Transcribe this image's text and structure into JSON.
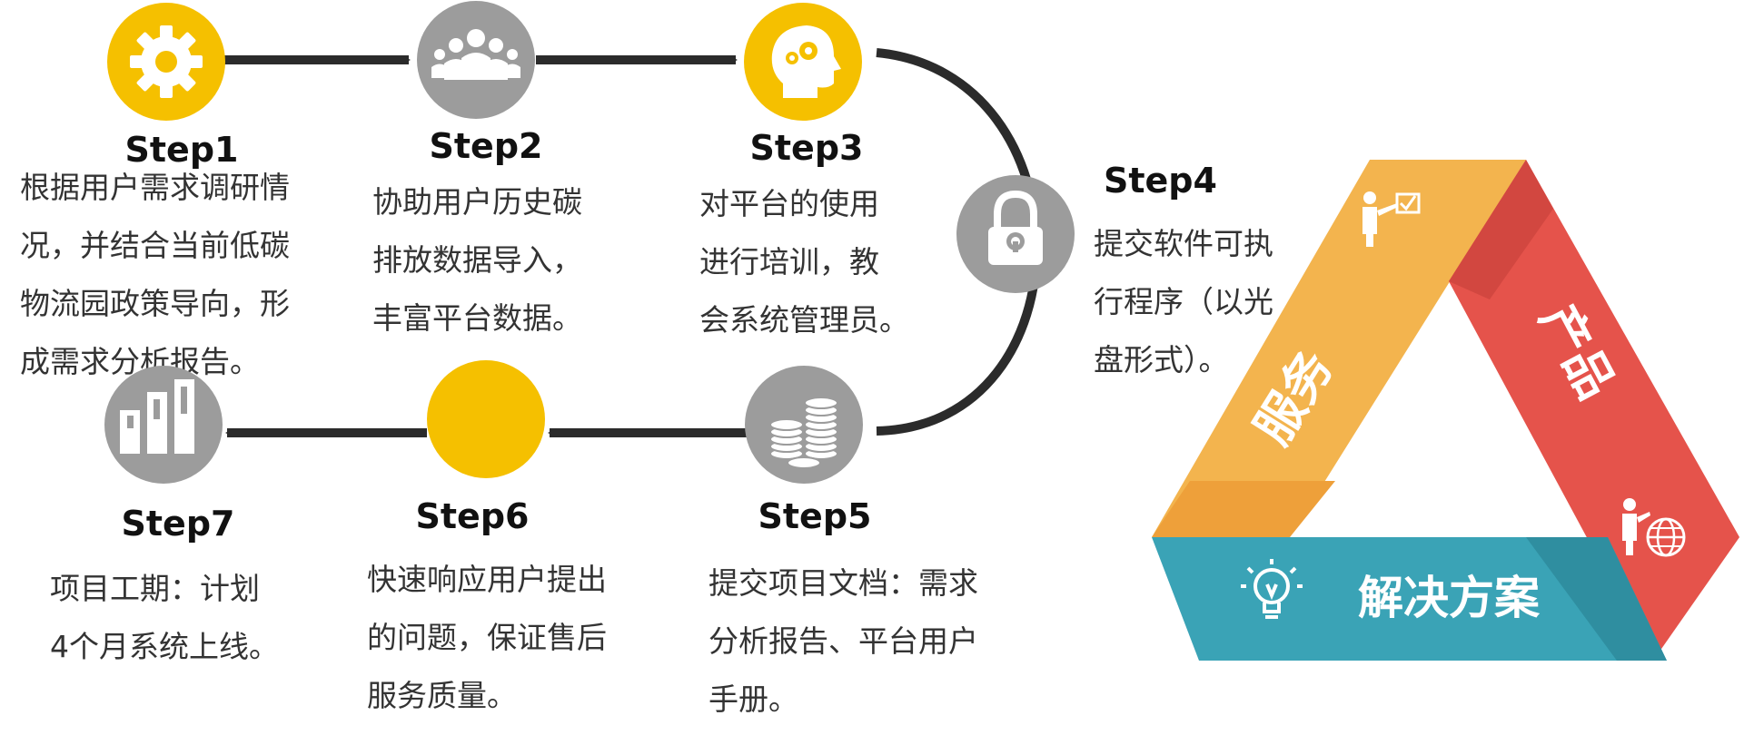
{
  "colors": {
    "gold": "#f5c000",
    "gray": "#9c9c9c",
    "arrow": "#2b2b2b",
    "orange": "#f3b44e",
    "red": "#e5534b",
    "teal": "#3aa3b6"
  },
  "steps": [
    {
      "label": "Step1",
      "icon": "gear-icon",
      "color": "gold",
      "lines": [
        "根据用户需求调研情",
        "况，并结合当前低碳",
        "物流园政策导向，形",
        "成需求分析报告。"
      ]
    },
    {
      "label": "Step2",
      "icon": "people-icon",
      "color": "gray",
      "lines": [
        "协助用户历史碳",
        "排放数据导入，",
        "丰富平台数据。"
      ]
    },
    {
      "label": "Step3",
      "icon": "head-gears-icon",
      "color": "gold",
      "lines": [
        "对平台的使用",
        "进行培训，教",
        "会系统管理员。"
      ]
    },
    {
      "label": "Step4",
      "icon": "lock-icon",
      "color": "gray",
      "lines": [
        "提交软件可执",
        "行程序（以光",
        "盘形式）。"
      ]
    },
    {
      "label": "Step5",
      "icon": "coins-icon",
      "color": "gray",
      "lines": [
        "提交项目文档：需求",
        "分析报告、平台用户",
        "手册。"
      ]
    },
    {
      "label": "Step6",
      "icon": "blank-circle",
      "color": "gold",
      "lines": [
        "快速响应用户提出",
        "的问题，保证售后",
        "服务质量。"
      ]
    },
    {
      "label": "Step7",
      "icon": "bar-chart-icon",
      "color": "gray",
      "lines": [
        "项目工期：计划",
        "4个月系统上线。"
      ]
    }
  ],
  "triangle": {
    "left_label": "服务",
    "right_label": "产品",
    "bottom_label": "解决方案"
  }
}
